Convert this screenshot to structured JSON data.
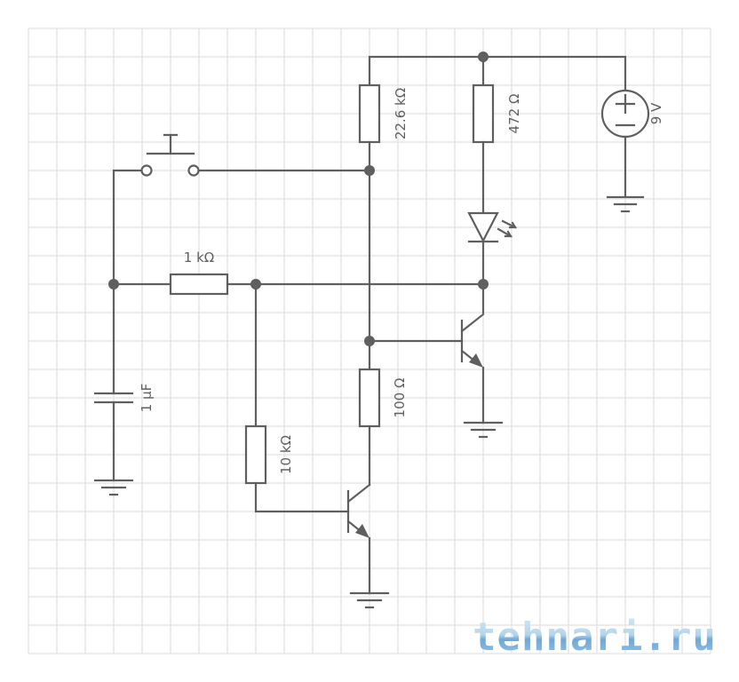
{
  "diagram": {
    "type": "electronic-schematic",
    "components": {
      "r_top_left": {
        "kind": "resistor",
        "value": "22.6 kΩ"
      },
      "r_top_right": {
        "kind": "resistor",
        "value": "472 Ω"
      },
      "r_horizontal": {
        "kind": "resistor",
        "value": "1 kΩ"
      },
      "r_base": {
        "kind": "resistor",
        "value": "10 kΩ"
      },
      "r_mid": {
        "kind": "resistor",
        "value": "100 Ω"
      },
      "capacitor": {
        "kind": "capacitor",
        "value": "1 µF"
      },
      "source": {
        "kind": "dc-voltage-source",
        "value": "9 V",
        "plus": "+",
        "minus": "−"
      },
      "led": {
        "kind": "led"
      },
      "switch": {
        "kind": "push-button"
      },
      "q1": {
        "kind": "npn-transistor"
      },
      "q2": {
        "kind": "npn-transistor"
      },
      "grounds": 4
    }
  },
  "watermark": "tehnari.ru",
  "colors": {
    "wire": "#5f5f5f",
    "grid": "#e6e6e6",
    "background": "#ffffff",
    "watermark": "#8fbfe0"
  }
}
